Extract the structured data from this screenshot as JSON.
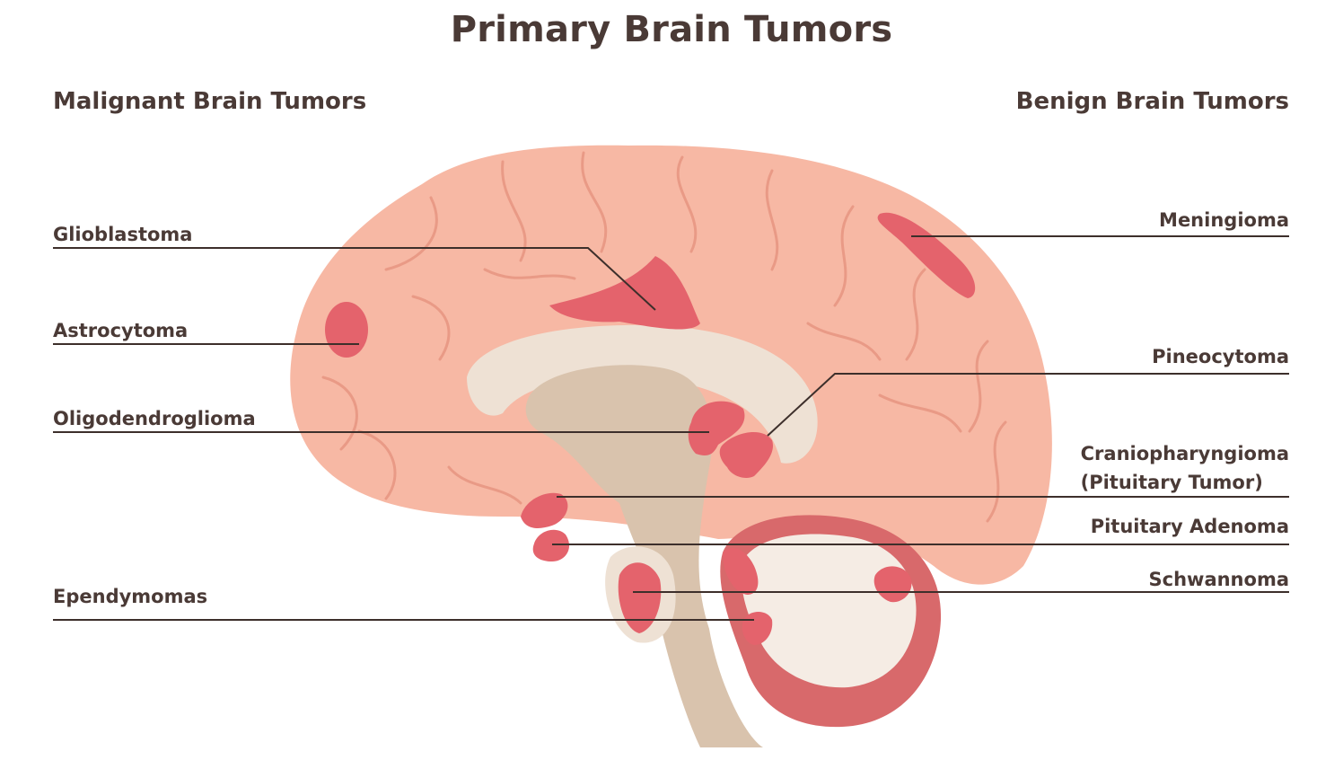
{
  "title": "Primary Brain Tumors",
  "sections": {
    "malignant": "Malignant Brain Tumors",
    "benign": "Benign Brain Tumors"
  },
  "malignant_tumors": [
    {
      "name": "Glioblastoma"
    },
    {
      "name": "Astrocytoma"
    },
    {
      "name": "Oligodendroglioma"
    },
    {
      "name": "Ependymomas"
    }
  ],
  "benign_tumors": [
    {
      "name": "Meningioma"
    },
    {
      "name": "Pineocytoma"
    },
    {
      "name": "Craniopharyngioma",
      "subtitle": "(Pituitary Tumor)"
    },
    {
      "name": "Pituitary Adenoma"
    },
    {
      "name": "Schwannoma"
    }
  ],
  "colors": {
    "text": "#4a3a36",
    "brain": "#f7b8a4",
    "brain_fold": "#e99a86",
    "tumor": "#e4636c",
    "corpus_callosum": "#eee1d4",
    "brainstem": "#d9c3ad",
    "cerebellum": "#d8696b"
  }
}
